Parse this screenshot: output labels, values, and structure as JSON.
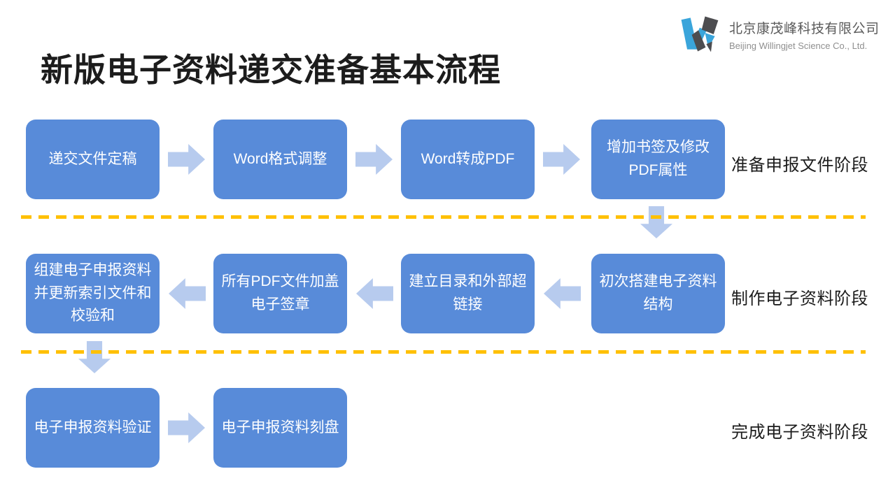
{
  "page": {
    "title": "新版电子资料递交准备基本流程"
  },
  "logo": {
    "company_cn": "北京康茂峰科技有限公司",
    "company_en": "Beijing Willingjet Science Co., Ltd.",
    "mark_blue": "#3AA5DB",
    "mark_gray": "#4D4D50"
  },
  "colors": {
    "step_box": "#588BD9",
    "step_text": "#FFFFFF",
    "arrow": "#B7CBEE",
    "stage_divider": "#FFC000",
    "label_text": "#1C1C1C"
  },
  "stages": [
    {
      "label": "准备申报文件阶段",
      "boxes": [
        "递交文件定稿",
        "Word格式调整",
        "Word转成PDF",
        "增加书签及修改\nPDF属性"
      ]
    },
    {
      "label": "制作电子资料阶段",
      "boxes": [
        "组建电子申报资料\n并更新索引文件和\n校验和",
        "所有PDF文件加盖\n电子签章",
        "建立目录和外部超\n链接",
        "初次搭建电子资料\n结构"
      ]
    },
    {
      "label": "完成电子资料阶段",
      "boxes": [
        "电子申报资料验证",
        "电子申报资料刻盘"
      ]
    }
  ]
}
